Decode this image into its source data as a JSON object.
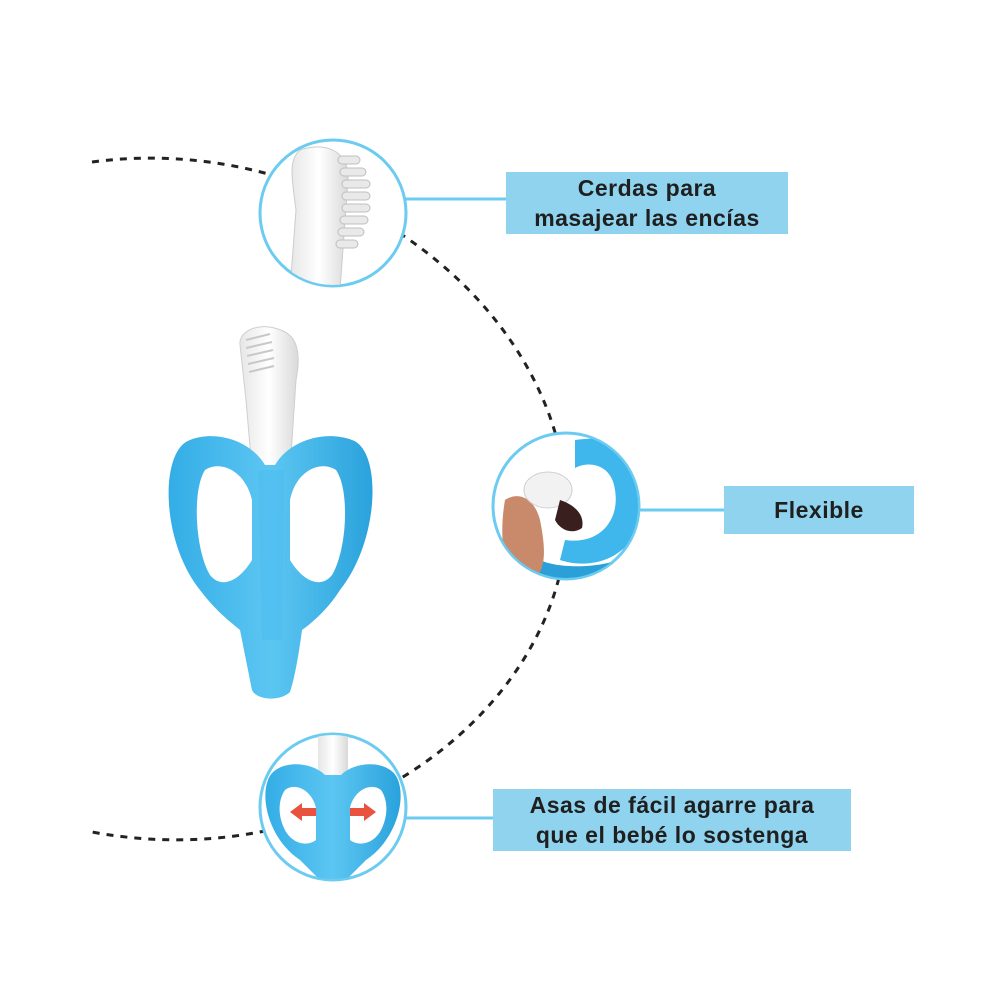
{
  "labels": {
    "bristles": {
      "line1": "Cerdas para",
      "line2": "masajear las encías"
    },
    "flexible": {
      "line1": "Flexible"
    },
    "handles": {
      "line1": "Asas de fácil agarre para",
      "line2": "que el bebé lo sostenga"
    }
  },
  "icons": {
    "product": "banana-toothbrush-icon",
    "zoom_bristles": "bristle-head-icon",
    "zoom_flexible": "finger-bending-icon",
    "zoom_handles": "squeeze-handles-icon"
  },
  "colors": {
    "label_background": "#8fd3ee",
    "product_blue": "#3fb6ec",
    "product_blue_dark": "#2a9fd8",
    "silicone_white": "#f2f2f2",
    "connector_line": "#6ccbf0",
    "dashed_arc": "#222222",
    "arrow_red": "#e8523f"
  }
}
